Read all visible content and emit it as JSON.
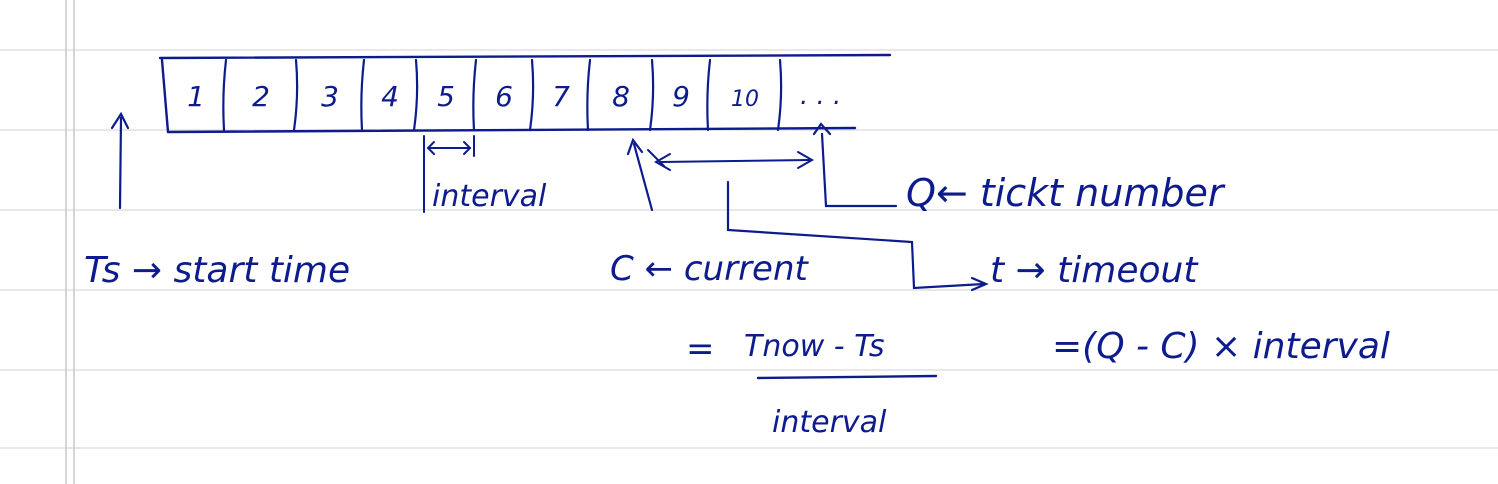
{
  "colors": {
    "ink": "#0d1b8c",
    "ruled_line": "#d9d9d9",
    "margin_line": "#c8c8c8",
    "background": "#ffffff"
  },
  "cells": [
    "1",
    "2",
    "3",
    "4",
    "5",
    "6",
    "7",
    "8",
    "9",
    "10"
  ],
  "ellipsis": ". . .",
  "labels": {
    "interval": "interval",
    "start": "Ts → start time",
    "current": "C ← current",
    "ticket": "Q← tickt number",
    "timeout": "t → timeout"
  },
  "formulas": {
    "current_eq": "=",
    "current_numerator": "Tnow - Ts",
    "current_denominator": "interval",
    "timeout_formula": "=(Q - C) × interval"
  }
}
